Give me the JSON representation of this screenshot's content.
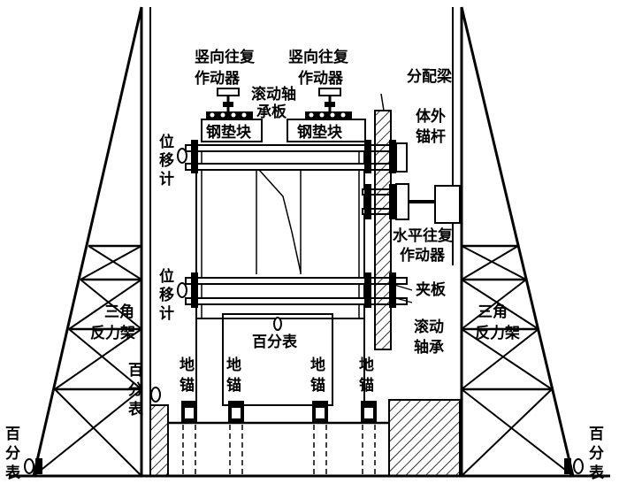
{
  "labels": {
    "vertical_actuator_left_1": "竖向往复",
    "vertical_actuator_left_2": "作动器",
    "vertical_actuator_right_1": "竖向往复",
    "vertical_actuator_right_2": "作动器",
    "roller_bearing_plate_1": "滚动轴",
    "roller_bearing_plate_2": "承板",
    "steel_pad_left": "钢垫块",
    "steel_pad_right": "钢垫块",
    "distribution_beam": "分配梁",
    "external_anchor_1": "体外",
    "external_anchor_2": "锚杆",
    "lvdt_upper": [
      "位",
      "移",
      "计"
    ],
    "lvdt_lower": [
      "位",
      "移",
      "计"
    ],
    "horizontal_actuator_1": "水平往复",
    "horizontal_actuator_2": "作动器",
    "clamp_plate": "夹板",
    "roller_bearing_1": "滚动",
    "roller_bearing_2": "轴承",
    "dial_gauge_center": "百分表",
    "triangle_frame_left_1": "三角",
    "triangle_frame_left_2": "反力架",
    "triangle_frame_right_1": "三角",
    "triangle_frame_right_2": "反力架",
    "dial_gauge_mid_left": [
      "百",
      "分",
      "表"
    ],
    "dial_gauge_far_left": [
      "百",
      "分",
      "表"
    ],
    "dial_gauge_far_right": [
      "百",
      "分",
      "表"
    ],
    "ground_anchor": [
      "地",
      "锚"
    ]
  }
}
